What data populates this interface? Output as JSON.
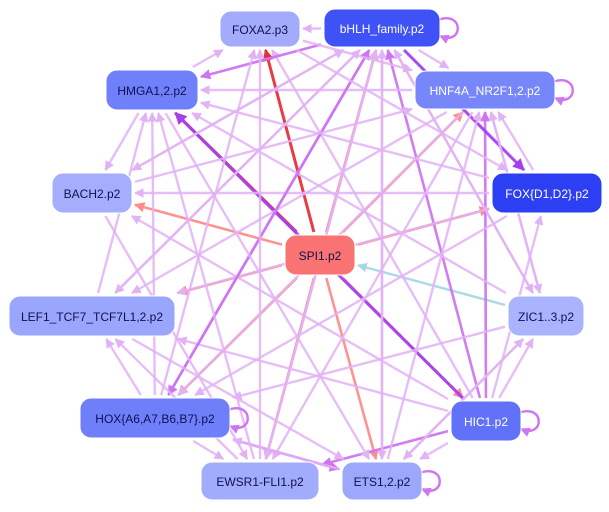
{
  "colors": {
    "edge_pink": "#ff8c8c",
    "edge_red": "#e8303a",
    "edge_lilac": "#e2b2f6",
    "edge_violet": "#cf75f2",
    "edge_purple": "#a540f0",
    "edge_lightblue": "#a9d6e6",
    "text_light": "#ffffff",
    "text_dark": "#101050"
  },
  "nodes": [
    {
      "id": "foxa2",
      "label": "FOXA2.p3",
      "fill": "#a3abfc",
      "text": "dark"
    },
    {
      "id": "bhlh",
      "label": "bHLH_family.p2",
      "fill": "#3f52f5",
      "text": "light"
    },
    {
      "id": "hmga",
      "label": "HMGA1,2.p2",
      "fill": "#7080fa",
      "text": "dark"
    },
    {
      "id": "hnf4a",
      "label": "HNF4A_NR2F1,2.p2",
      "fill": "#7787fa",
      "text": "light"
    },
    {
      "id": "bach2",
      "label": "BACH2.p2",
      "fill": "#a4aefd",
      "text": "dark"
    },
    {
      "id": "fox",
      "label": "FOX{D1,D2}.p2",
      "fill": "#2d3ff2",
      "text": "light"
    },
    {
      "id": "spi1",
      "label": "SPI1.p2",
      "fill": "#fa7373",
      "text": "dark"
    },
    {
      "id": "lef1",
      "label": "LEF1_TCF7_TCF7L1,2.p2",
      "fill": "#9aa5fc",
      "text": "dark"
    },
    {
      "id": "zic",
      "label": "ZIC1..3.p2",
      "fill": "#aab3fd",
      "text": "dark"
    },
    {
      "id": "hox",
      "label": "HOX{A6,A7,B6,B7}.p2",
      "fill": "#6f7ffa",
      "text": "dark"
    },
    {
      "id": "hic1",
      "label": "HIC1.p2",
      "fill": "#6272f8",
      "text": "light"
    },
    {
      "id": "ewsr1",
      "label": "EWSR1-FLI1.p2",
      "fill": "#a2acfd",
      "text": "dark"
    },
    {
      "id": "ets",
      "label": "ETS1,2.p2",
      "fill": "#9da8fc",
      "text": "dark"
    }
  ],
  "edges": [
    {
      "from": "spi1",
      "to": "hmga",
      "color": "edge_red"
    },
    {
      "from": "spi1",
      "to": "foxa2",
      "color": "edge_red"
    },
    {
      "from": "spi1",
      "to": "bach2",
      "color": "edge_pink"
    },
    {
      "from": "spi1",
      "to": "lef1",
      "color": "edge_pink"
    },
    {
      "from": "spi1",
      "to": "hox",
      "color": "edge_pink"
    },
    {
      "from": "spi1",
      "to": "ewsr1",
      "color": "edge_pink"
    },
    {
      "from": "spi1",
      "to": "ets",
      "color": "edge_pink"
    },
    {
      "from": "spi1",
      "to": "hic1",
      "color": "edge_pink"
    },
    {
      "from": "spi1",
      "to": "fox",
      "color": "edge_pink"
    },
    {
      "from": "spi1",
      "to": "hnf4a",
      "color": "edge_pink"
    },
    {
      "from": "spi1",
      "to": "bhlh",
      "color": "edge_pink"
    },
    {
      "from": "zic",
      "to": "spi1",
      "color": "edge_lightblue"
    },
    {
      "from": "hic1",
      "to": "hmga",
      "color": "edge_purple"
    },
    {
      "from": "hic1",
      "to": "bhlh",
      "color": "edge_violet"
    },
    {
      "from": "hic1",
      "to": "hnf4a",
      "color": "edge_violet"
    },
    {
      "from": "hic1",
      "to": "foxa2",
      "color": "edge_lilac"
    },
    {
      "from": "hic1",
      "to": "lef1",
      "color": "edge_lilac"
    },
    {
      "from": "hic1",
      "to": "bach2",
      "color": "edge_lilac"
    },
    {
      "from": "hic1",
      "to": "zic",
      "color": "edge_lilac"
    },
    {
      "from": "hic1",
      "to": "fox",
      "color": "edge_lilac"
    },
    {
      "from": "hic1",
      "to": "ewsr1",
      "color": "edge_violet"
    },
    {
      "from": "hic1",
      "to": "ets",
      "color": "edge_lilac"
    },
    {
      "from": "bhlh",
      "to": "fox",
      "color": "edge_purple"
    },
    {
      "from": "bhlh",
      "to": "hmga",
      "color": "edge_violet"
    },
    {
      "from": "bhlh",
      "to": "hox",
      "color": "edge_violet"
    },
    {
      "from": "bhlh",
      "to": "lef1",
      "color": "edge_lilac"
    },
    {
      "from": "bhlh",
      "to": "bach2",
      "color": "edge_lilac"
    },
    {
      "from": "bhlh",
      "to": "zic",
      "color": "edge_lilac"
    },
    {
      "from": "bhlh",
      "to": "ets",
      "color": "edge_lilac"
    },
    {
      "from": "bhlh",
      "to": "ewsr1",
      "color": "edge_lilac"
    },
    {
      "from": "bhlh",
      "to": "foxa2",
      "color": "edge_lilac"
    },
    {
      "from": "bhlh",
      "to": "hnf4a",
      "color": "edge_lilac"
    },
    {
      "from": "hnf4a",
      "to": "hmga",
      "color": "edge_lilac"
    },
    {
      "from": "hnf4a",
      "to": "hox",
      "color": "edge_lilac"
    },
    {
      "from": "hnf4a",
      "to": "lef1",
      "color": "edge_lilac"
    },
    {
      "from": "hnf4a",
      "to": "ewsr1",
      "color": "edge_lilac"
    },
    {
      "from": "hnf4a",
      "to": "zic",
      "color": "edge_lilac"
    },
    {
      "from": "fox",
      "to": "hmga",
      "color": "edge_lilac"
    },
    {
      "from": "fox",
      "to": "hox",
      "color": "edge_lilac"
    },
    {
      "from": "fox",
      "to": "lef1",
      "color": "edge_lilac"
    },
    {
      "from": "fox",
      "to": "bach2",
      "color": "edge_lilac"
    },
    {
      "from": "fox",
      "to": "hnf4a",
      "color": "edge_lilac"
    },
    {
      "from": "zic",
      "to": "hmga",
      "color": "edge_lilac"
    },
    {
      "from": "zic",
      "to": "hox",
      "color": "edge_lilac"
    },
    {
      "from": "zic",
      "to": "ets",
      "color": "edge_lilac"
    },
    {
      "from": "zic",
      "to": "hnf4a",
      "color": "edge_lilac"
    },
    {
      "from": "zic",
      "to": "bhlh",
      "color": "edge_lilac"
    },
    {
      "from": "hox",
      "to": "bhlh",
      "color": "edge_violet"
    },
    {
      "from": "hox",
      "to": "hmga",
      "color": "edge_lilac"
    },
    {
      "from": "hox",
      "to": "foxa2",
      "color": "edge_lilac"
    },
    {
      "from": "hox",
      "to": "ets",
      "color": "edge_violet"
    },
    {
      "from": "hox",
      "to": "ewsr1",
      "color": "edge_lilac"
    },
    {
      "from": "hox",
      "to": "lef1",
      "color": "edge_lilac"
    },
    {
      "from": "ets",
      "to": "hnf4a",
      "color": "edge_lilac"
    },
    {
      "from": "ets",
      "to": "bhlh",
      "color": "edge_lilac"
    },
    {
      "from": "ets",
      "to": "hox",
      "color": "edge_lilac"
    },
    {
      "from": "ets",
      "to": "zic",
      "color": "edge_lilac"
    },
    {
      "from": "ewsr1",
      "to": "bhlh",
      "color": "edge_lilac"
    },
    {
      "from": "ewsr1",
      "to": "hmga",
      "color": "edge_lilac"
    },
    {
      "from": "ewsr1",
      "to": "foxa2",
      "color": "edge_lilac"
    },
    {
      "from": "ewsr1",
      "to": "lef1",
      "color": "edge_lilac"
    },
    {
      "from": "lef1",
      "to": "bhlh",
      "color": "edge_lilac"
    },
    {
      "from": "lef1",
      "to": "hmga",
      "color": "edge_lilac"
    },
    {
      "from": "lef1",
      "to": "ets",
      "color": "edge_lilac"
    },
    {
      "from": "bach2",
      "to": "bhlh",
      "color": "edge_lilac"
    },
    {
      "from": "bach2",
      "to": "ewsr1",
      "color": "edge_lilac"
    },
    {
      "from": "bach2",
      "to": "hnf4a",
      "color": "edge_lilac"
    },
    {
      "from": "hmga",
      "to": "foxa2",
      "color": "edge_lilac"
    },
    {
      "from": "hmga",
      "to": "bach2",
      "color": "edge_lilac"
    },
    {
      "from": "hmga",
      "to": "ets",
      "color": "edge_lilac"
    },
    {
      "from": "foxa2",
      "to": "hnf4a",
      "color": "edge_lilac"
    },
    {
      "from": "foxa2",
      "to": "fox",
      "color": "edge_lilac"
    }
  ],
  "self_loops": [
    {
      "node": "bhlh",
      "color": "edge_violet"
    },
    {
      "node": "hnf4a",
      "color": "edge_violet"
    },
    {
      "node": "hic1",
      "color": "edge_violet"
    },
    {
      "node": "ets",
      "color": "edge_violet"
    },
    {
      "node": "hox",
      "color": "edge_violet"
    }
  ]
}
